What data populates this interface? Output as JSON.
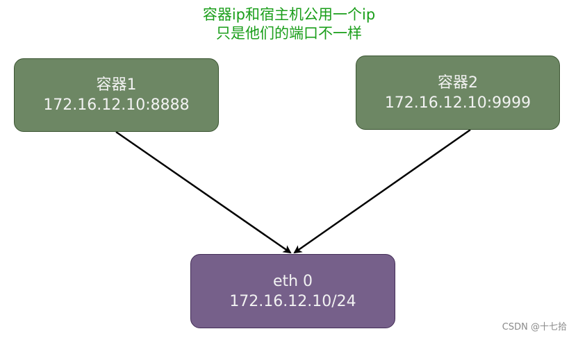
{
  "caption": {
    "line1": "容器ip和宿主机公用一个ip",
    "line2": "只是他们的端口不一样"
  },
  "nodes": {
    "container1": {
      "name": "容器1",
      "address": "172.16.12.10:8888"
    },
    "container2": {
      "name": "容器2",
      "address": "172.16.12.10:9999"
    },
    "host": {
      "name": "eth 0",
      "address": "172.16.12.10/24"
    }
  },
  "edges": [
    {
      "from": "container1",
      "to": "host"
    },
    {
      "from": "container2",
      "to": "host"
    }
  ],
  "colors": {
    "caption": "#1a9e1a",
    "container_fill": "#6d8764",
    "container_stroke": "#3a5431",
    "host_fill": "#76608a",
    "host_stroke": "#432d57",
    "edge": "#000000"
  },
  "watermark": "CSDN @十七拾"
}
